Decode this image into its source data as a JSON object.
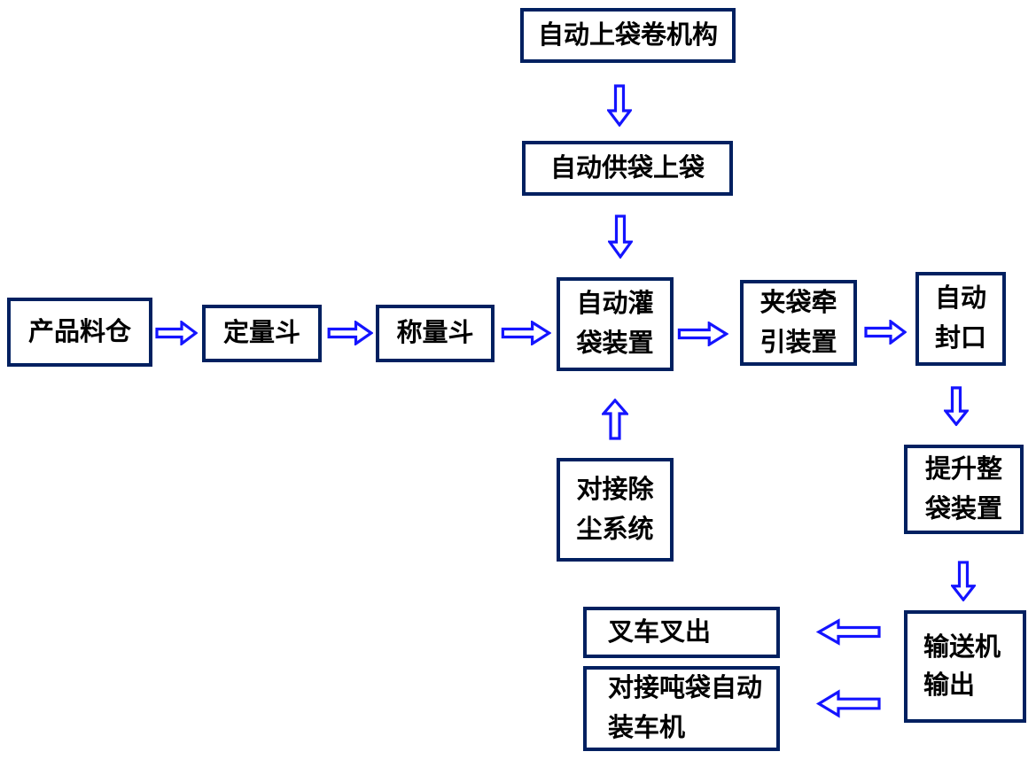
{
  "diagram": {
    "type": "flowchart",
    "title": "",
    "background": "#ffffff"
  },
  "colors": {
    "box_border": "#002060",
    "box_fill": "#ffffff",
    "arrow_outline": "#1414ff",
    "arrow_fill": "#ffffff",
    "text": "#000000"
  },
  "nodes": {
    "auto_bag_roll_feeder": {
      "label": "自动上袋卷机构"
    },
    "auto_bag_supply": {
      "label": "自动供袋上袋"
    },
    "product_silo": {
      "label": "产品料仓"
    },
    "dosing_hopper": {
      "label": "定量斗"
    },
    "weighing_hopper": {
      "label": "称量斗"
    },
    "auto_bag_filling": {
      "lines": [
        "自动灌",
        "袋装置"
      ]
    },
    "bag_clamp_traction": {
      "lines": [
        "夹袋牵",
        "引装置"
      ]
    },
    "auto_sealing": {
      "lines": [
        "自动",
        "封口"
      ]
    },
    "dust_removal_docking": {
      "lines": [
        "对接除",
        "尘系统"
      ]
    },
    "bag_lifting_device": {
      "lines": [
        "提升整",
        "袋装置"
      ]
    },
    "conveyor_output": {
      "lines": [
        "输送机",
        "输出"
      ]
    },
    "forklift_out": {
      "label": "叉车叉出"
    },
    "ton_bag_truck_loader": {
      "lines": [
        "对接吨袋自动",
        "装车机"
      ]
    }
  },
  "arrows": [
    {
      "icon": "arrow-down-icon",
      "direction": "down",
      "from": "自动上袋卷机构",
      "to": "自动供袋上袋"
    },
    {
      "icon": "arrow-down-icon",
      "direction": "down",
      "from": "自动供袋上袋",
      "to": "自动灌袋装置"
    },
    {
      "icon": "arrow-right-icon",
      "direction": "right",
      "from": "产品料仓",
      "to": "定量斗"
    },
    {
      "icon": "arrow-right-icon",
      "direction": "right",
      "from": "定量斗",
      "to": "称量斗"
    },
    {
      "icon": "arrow-right-icon",
      "direction": "right",
      "from": "称量斗",
      "to": "自动灌袋装置"
    },
    {
      "icon": "arrow-right-icon",
      "direction": "right",
      "from": "自动灌袋装置",
      "to": "夹袋牵引装置"
    },
    {
      "icon": "arrow-right-icon",
      "direction": "right",
      "from": "夹袋牵引装置",
      "to": "自动封口"
    },
    {
      "icon": "arrow-up-icon",
      "direction": "up",
      "from": "对接除尘系统",
      "to": "自动灌袋装置"
    },
    {
      "icon": "arrow-down-icon",
      "direction": "down",
      "from": "自动封口",
      "to": "提升整袋装置"
    },
    {
      "icon": "arrow-down-icon",
      "direction": "down",
      "from": "提升整袋装置",
      "to": "输送机输出"
    },
    {
      "icon": "arrow-left-icon",
      "direction": "left",
      "from": "输送机输出",
      "to": "叉车叉出"
    },
    {
      "icon": "arrow-left-icon",
      "direction": "left",
      "from": "输送机输出",
      "to": "对接吨袋自动装车机"
    }
  ]
}
